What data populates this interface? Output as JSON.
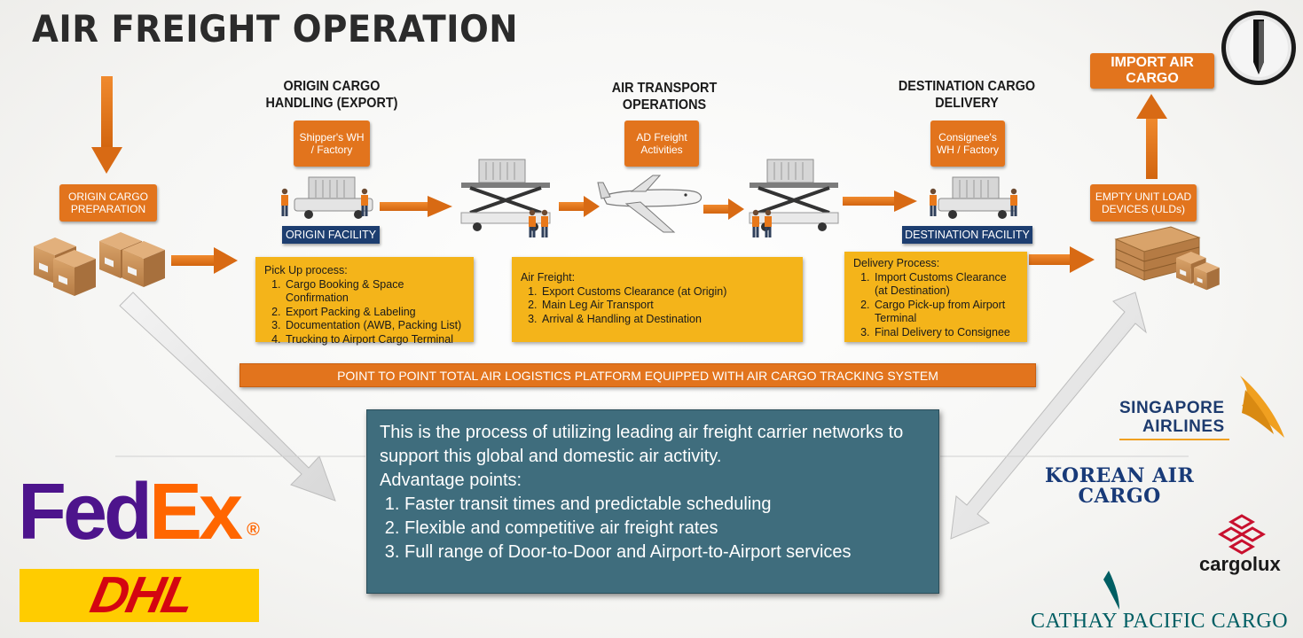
{
  "title": "AIR FREIGHT OPERATION",
  "origin_prep": {
    "label": "ORIGIN CARGO PREPARATION"
  },
  "sections": {
    "origin": {
      "title": "ORIGIN CARGO HANDLING (EXPORT)",
      "source_box": "Shipper's WH / Factory",
      "facility": "ORIGIN FACILITY",
      "process_title": "Pick Up process:",
      "process_items": [
        "Cargo Booking & Space Confirmation",
        "Export Packing & Labeling",
        "Documentation (AWB, Packing List)",
        "Trucking to Airport Cargo Terminal"
      ]
    },
    "air": {
      "title": "AIR TRANSPORT OPERATIONS",
      "source_box": "AD Freight Activities",
      "process_title": "Air Freight:",
      "process_items": [
        "Export Customs Clearance (at Origin)",
        "Main Leg Air Transport",
        "Arrival & Handling at Destination"
      ]
    },
    "destination": {
      "title": "DESTINATION CARGO DELIVERY",
      "source_box": "Consignee's WH / Factory",
      "facility": "DESTINATION FACILITY",
      "process_title": "Delivery Process:",
      "process_items": [
        "Import Customs Clearance (at Destination)",
        "Cargo Pick-up from Airport Terminal",
        "Final Delivery to Consignee"
      ]
    }
  },
  "empty_uld": {
    "label": "EMPTY UNIT LOAD DEVICES (ULDs)"
  },
  "import_cargo": {
    "label": "IMPORT AIR CARGO"
  },
  "platform_bar": "POINT TO POINT TOTAL AIR LOGISTICS PLATFORM EQUIPPED WITH AIR CARGO TRACKING SYSTEM",
  "info_panel": {
    "intro": "This is the process of utilizing leading air freight carrier networks to support this global and domestic air activity.",
    "advantage_title": "Advantage points:",
    "points": [
      "Faster transit times and predictable scheduling",
      "Flexible and competitive air freight rates",
      "Full range of Door-to-Door and Airport-to-Airport services"
    ]
  },
  "logos": {
    "fedex_fed": "Fed",
    "fedex_ex": "Ex",
    "fedex_reg": "®",
    "dhl": "DHL",
    "singapore_line1": "SINGAPORE",
    "singapore_line2": "AIRLINES",
    "korean_line1": "KOREAN AIR",
    "korean_line2": "CARGO",
    "cargolux": "cargolux",
    "cathay": "CATHAY PACIFIC CARGO"
  },
  "colors": {
    "orange": "#e2741d",
    "navy": "#1d3e70",
    "yellow": "#f4b41a",
    "teal_panel": "#3f6d7d",
    "fedex_purple": "#4d148c",
    "fedex_orange": "#ff6600",
    "dhl_yellow": "#ffcc00",
    "dhl_red": "#d40511",
    "sia_gold": "#f0a020",
    "cargolux_red": "#c8102e",
    "cathay_teal": "#005e63"
  }
}
